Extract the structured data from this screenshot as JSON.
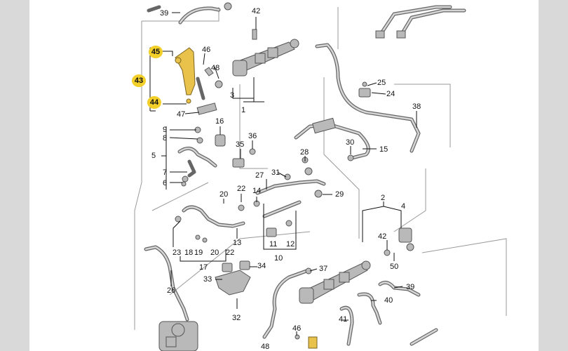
{
  "diagram": {
    "labels": {
      "l39a": "39",
      "l42a": "42",
      "l45": "45",
      "l46": "46",
      "l43": "43",
      "l48": "48",
      "l3": "3",
      "l1": "1",
      "l44": "44",
      "l47": "47",
      "l25": "25",
      "l24": "24",
      "l9": "9",
      "l8": "8",
      "l16": "16",
      "l38": "38",
      "l5": "5",
      "l35": "35",
      "l36": "36",
      "l30": "30",
      "l15": "15",
      "l7": "7",
      "l6": "6",
      "l28": "28",
      "l27": "27",
      "l31": "31",
      "l29": "29",
      "l20a": "20",
      "l22a": "22",
      "l14": "14",
      "l2": "2",
      "l4": "4",
      "l42b": "42",
      "l50": "50",
      "l13": "13",
      "l11": "11",
      "l12": "12",
      "l23": "23",
      "l18": "18",
      "l19": "19",
      "l20b": "20",
      "l22b": "22",
      "l17": "17",
      "l10": "10",
      "l34": "34",
      "l37": "37",
      "l33": "33",
      "l39b": "39",
      "l26": "26",
      "l40": "40",
      "l32": "32",
      "l41": "41",
      "l46b": "46",
      "l48b": "48"
    }
  }
}
